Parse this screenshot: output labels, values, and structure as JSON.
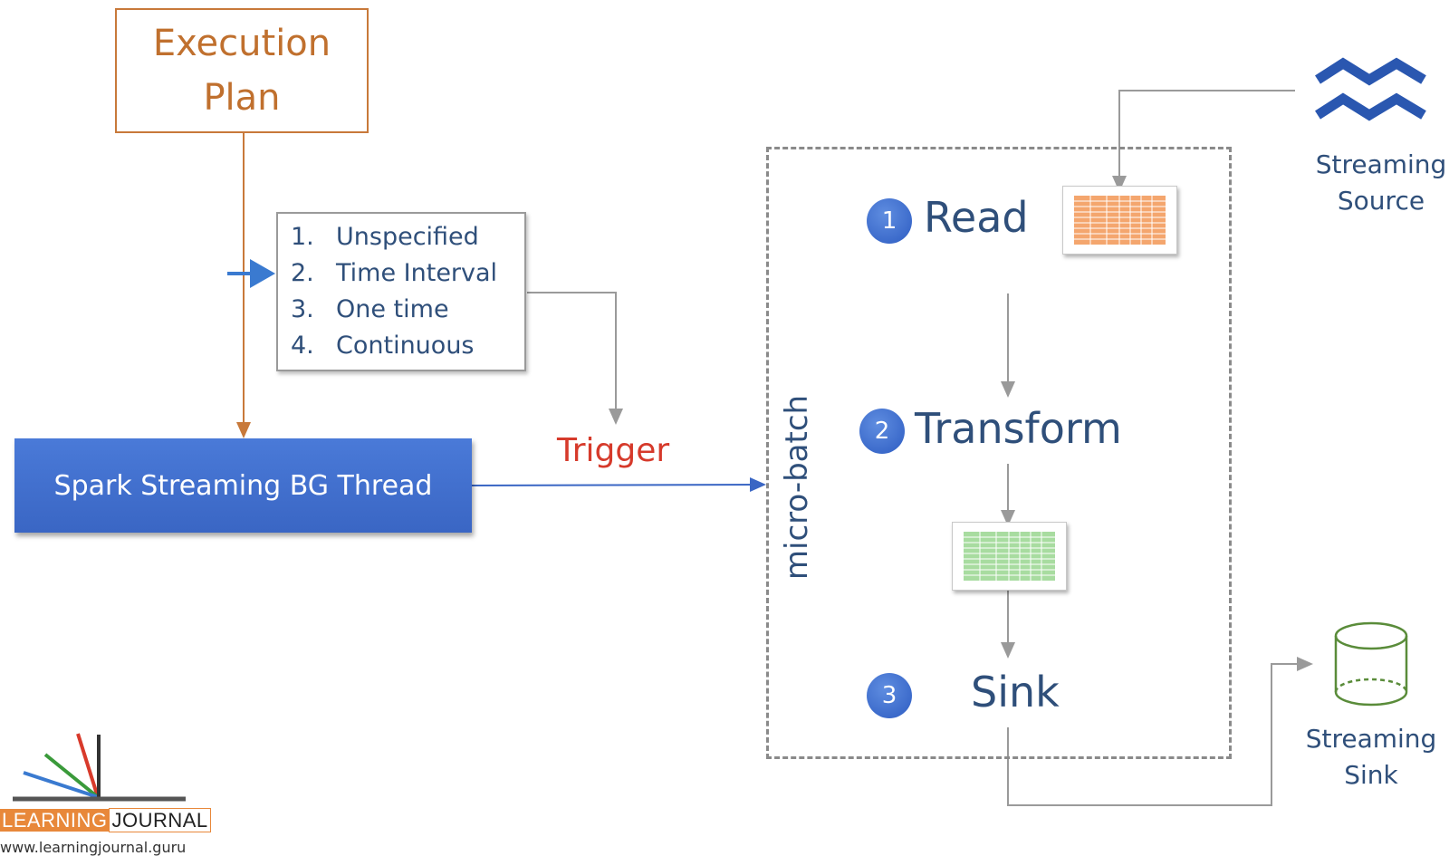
{
  "execution_plan": {
    "line1": "Execution",
    "line2": "Plan"
  },
  "trigger_options": [
    {
      "num": "1.",
      "label": "Unspecified"
    },
    {
      "num": "2.",
      "label": "Time Interval"
    },
    {
      "num": "3.",
      "label": "One time"
    },
    {
      "num": "4.",
      "label": "Continuous"
    }
  ],
  "bg_thread": {
    "label": "Spark Streaming BG Thread"
  },
  "trigger": {
    "label": "Trigger"
  },
  "micro_batch": {
    "label": "micro-batch"
  },
  "steps": [
    {
      "num": "1",
      "label": "Read"
    },
    {
      "num": "2",
      "label": "Transform"
    },
    {
      "num": "3",
      "label": "Sink"
    }
  ],
  "streaming_source": {
    "line1": "Streaming",
    "line2": "Source"
  },
  "streaming_sink": {
    "line1": "Streaming",
    "line2": "Sink"
  },
  "logo": {
    "learning": "LEARNING",
    "journal": "JOURNAL",
    "url": "www.learningjournal.guru"
  },
  "colors": {
    "orange": "#c8793a",
    "blue_box": "#3a66c4",
    "navy_text": "#2f4f7a",
    "trigger_red": "#d63a2b",
    "wave_blue": "#2a57b0",
    "sink_green": "#5a8c3a",
    "read_table": "#f4a66e",
    "transform_table": "#a8dca0"
  }
}
